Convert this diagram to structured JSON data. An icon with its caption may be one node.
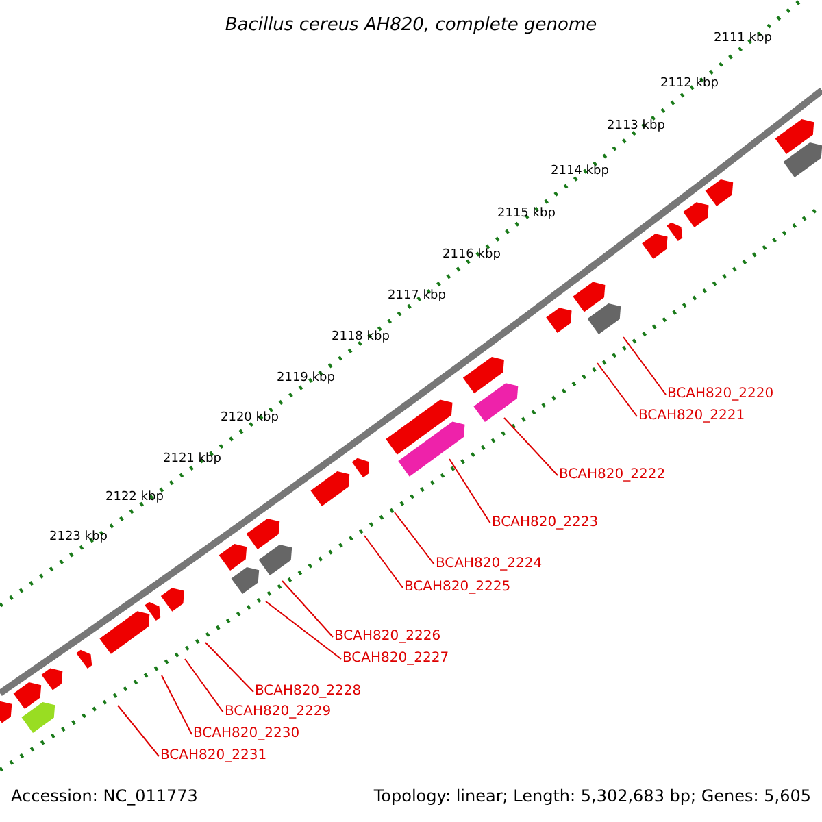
{
  "diagram": {
    "title": "Bacillus cereus AH820, complete genome",
    "nodes": [
      {
        "text": [
          "BCAH820_2220"
        ]
      },
      {
        "text": [
          "BCAH820_2221"
        ]
      },
      {
        "text": [
          "BCAH820_2222"
        ]
      },
      {
        "text": [
          "BCAH820_2223"
        ]
      },
      {
        "text": [
          "BCAH820_2224"
        ]
      },
      {
        "text": [
          "BCAH820_2225"
        ]
      },
      {
        "text": [
          "BCAH820_2226"
        ]
      },
      {
        "text": [
          "BCAH820_2227"
        ]
      },
      {
        "text": [
          "BCAH820_2228"
        ]
      },
      {
        "text": [
          "BCAH820_2229"
        ]
      },
      {
        "text": [
          "BCAH820_2230"
        ]
      },
      {
        "text": [
          "BCAH820_2231"
        ]
      }
    ],
    "edges": [
      {
        "from": 0,
        "to": null,
        "arrow": "none"
      },
      {
        "from": 1,
        "to": null,
        "arrow": "none"
      },
      {
        "from": 2,
        "to": null,
        "arrow": "none"
      },
      {
        "from": 3,
        "to": null,
        "arrow": "none"
      },
      {
        "from": 4,
        "to": null,
        "arrow": "none"
      },
      {
        "from": 5,
        "to": null,
        "arrow": "none"
      },
      {
        "from": 6,
        "to": null,
        "arrow": "none"
      },
      {
        "from": 7,
        "to": null,
        "arrow": "none"
      },
      {
        "from": 8,
        "to": null,
        "arrow": "none"
      },
      {
        "from": 9,
        "to": null,
        "arrow": "none"
      },
      {
        "from": 10,
        "to": null,
        "arrow": "none"
      },
      {
        "from": 11,
        "to": null,
        "arrow": "none"
      }
    ],
    "labels": [
      "2111 kbp",
      "2112 kbp",
      "2113 kbp",
      "2114 kbp",
      "2115 kbp",
      "2116 kbp",
      "2117 kbp",
      "2118 kbp",
      "2119 kbp",
      "2120 kbp",
      "2121 kbp",
      "2122 kbp",
      "2123 kbp",
      "Accession: NC_011773",
      "Topology: linear; Length: 5,302,683 bp; Genes: 5,605"
    ]
  }
}
